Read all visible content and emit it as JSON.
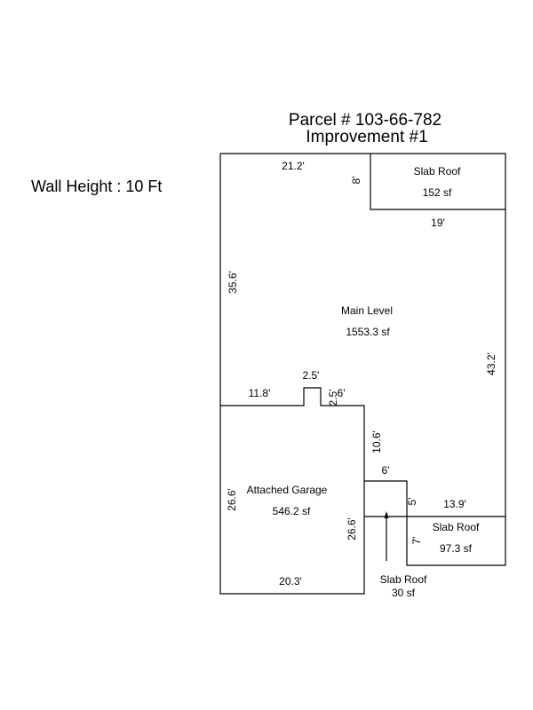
{
  "header": {
    "parcel": "Parcel # 103-66-782",
    "improvement": "Improvement #1"
  },
  "wall_height": "Wall Height : 10 Ft",
  "areas": {
    "main_level": {
      "name": "Main Level",
      "area": "1553.3 sf"
    },
    "slab_roof_top": {
      "name": "Slab Roof",
      "area": "152 sf"
    },
    "attached_garage": {
      "name": "Attached Garage",
      "area": "546.2 sf"
    },
    "slab_roof_right": {
      "name": "Slab Roof",
      "area": "97.3 sf"
    },
    "slab_roof_small": {
      "name": "Slab Roof",
      "area": "30 sf"
    }
  },
  "dimensions": {
    "top": "21.2'",
    "slab_side": "8'",
    "slab_bottom": "19'",
    "left": "35.6'",
    "right": "43.2'",
    "bump_top": "2.5'",
    "bump_side": "2.5'",
    "step": "6'",
    "left_ledge": "11.8'",
    "garage_right_upper": "10.6'",
    "small_top": "6'",
    "small_side": "5'",
    "lower_right": "13.9'",
    "garage_left": "26.6'",
    "garage_right": "26.6'",
    "garage_bottom": "20.3'",
    "slab_right_side": "7'"
  }
}
